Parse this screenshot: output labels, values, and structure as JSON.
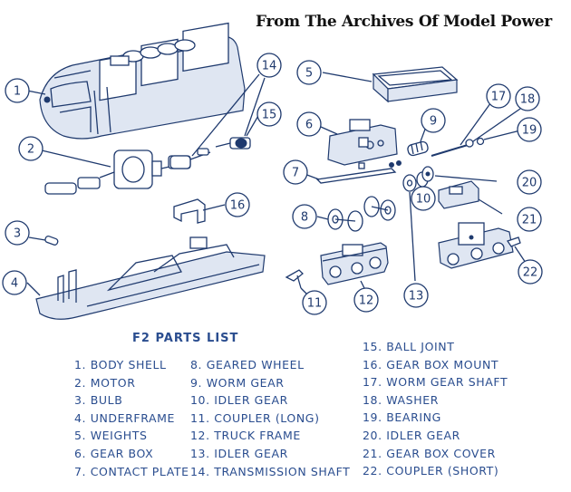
{
  "header": {
    "title": "From The Archives Of   Model Power"
  },
  "parts_list": {
    "title": "F2  PARTS LIST",
    "columns": [
      [
        "1. BODY SHELL",
        "2. MOTOR",
        "3. BULB",
        "4. UNDERFRAME",
        "5. WEIGHTS",
        "6. GEAR BOX",
        "7. CONTACT PLATE"
      ],
      [
        "8. GEARED WHEEL",
        "9. WORM GEAR",
        "10. IDLER GEAR",
        "11. COUPLER (LONG)",
        "12. TRUCK FRAME",
        "13. IDLER GEAR",
        "14. TRANSMISSION SHAFT"
      ],
      [
        "15. BALL JOINT",
        "16. GEAR BOX MOUNT",
        "17. WORM GEAR SHAFT",
        "18. WASHER",
        "19. BEARING",
        "20. IDLER GEAR",
        "21. GEAR BOX COVER",
        "22. COUPLER (SHORT)"
      ]
    ]
  },
  "callouts": [
    "1",
    "2",
    "3",
    "4",
    "5",
    "6",
    "7",
    "8",
    "9",
    "10",
    "11",
    "12",
    "13",
    "14",
    "15",
    "16",
    "17",
    "18",
    "19",
    "20",
    "21",
    "22"
  ]
}
